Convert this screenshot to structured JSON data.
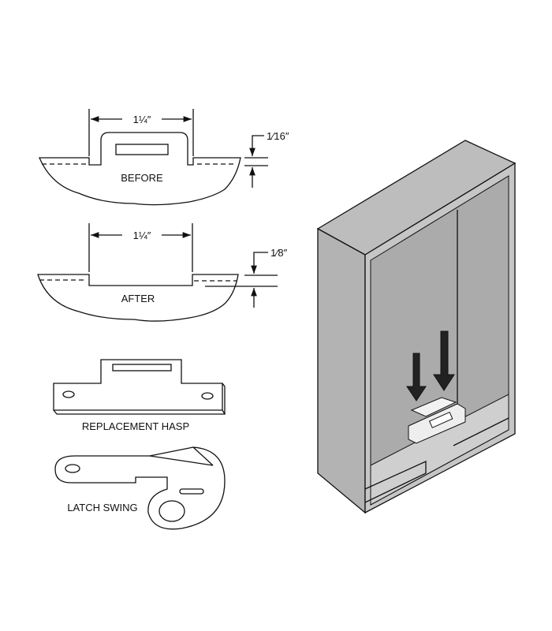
{
  "labels": {
    "before": "BEFORE",
    "after": "AFTER",
    "replacement_hasp": "REPLACEMENT HASP",
    "latch_swing": "LATCH SWING"
  },
  "dimensions": {
    "before_width": "1¼″",
    "before_depth": "1⁄16″",
    "after_width": "1¼″",
    "after_depth": "1⁄8″"
  },
  "colors": {
    "line": "#111111",
    "cabinet_side": "#b8b8b8",
    "cabinet_front": "#c8c8c8",
    "cabinet_inner": "#a9a9a9"
  }
}
